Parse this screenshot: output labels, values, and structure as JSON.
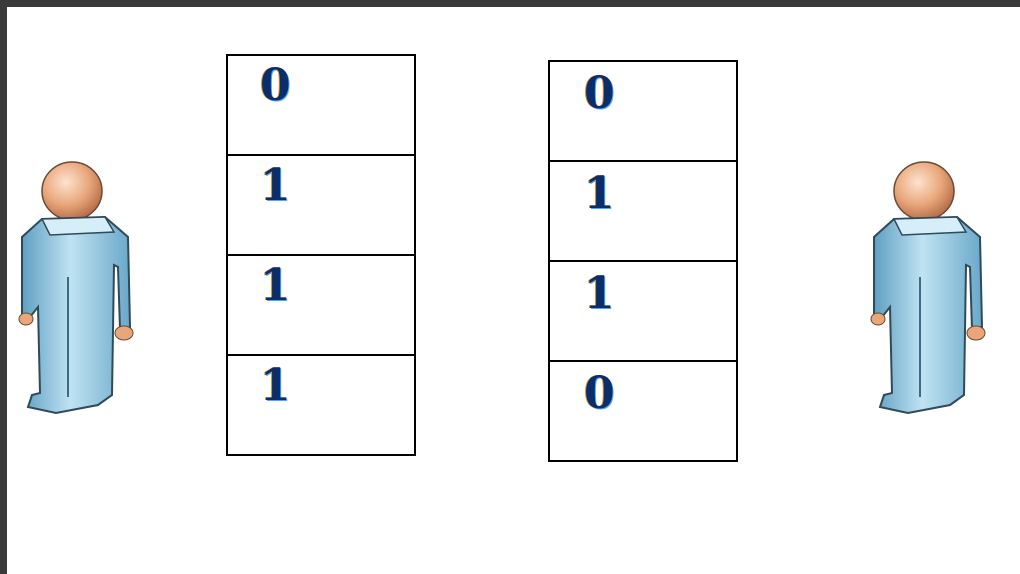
{
  "stacks": {
    "left": {
      "bits": [
        "0",
        "1",
        "1",
        "1"
      ]
    },
    "right": {
      "bits": [
        "0",
        "1",
        "1",
        "0"
      ]
    }
  },
  "icons": {
    "left_person": "person-icon",
    "right_person": "person-icon"
  },
  "colors": {
    "frame": "#3a3a3a",
    "person_body": "#8ec5de",
    "person_head": "#e8a67a"
  }
}
